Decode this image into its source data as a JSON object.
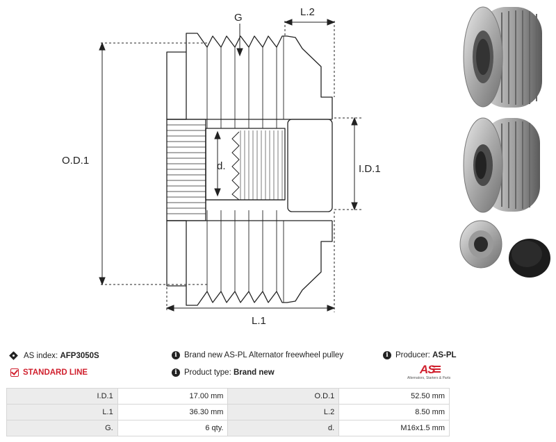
{
  "drawing": {
    "labels": {
      "groove": "G",
      "length2": "L.2",
      "outer_diameter": "O.D.1",
      "thread_diameter": "d.",
      "inner_diameter": "I.D.1",
      "length1": "L.1"
    }
  },
  "info": {
    "as_index_label": "AS index:",
    "as_index_value": "AFP3050S",
    "line_label": "STANDARD LINE",
    "description": "Brand new AS-PL Alternator freewheel pulley",
    "product_type_label": "Product type:",
    "product_type_value": "Brand new",
    "producer_label": "Producer:",
    "producer_value": "AS-PL"
  },
  "logo": {
    "mark": "AS",
    "tagline": "Alternators, Starters & Parts"
  },
  "specs": [
    [
      "I.D.1",
      "17.00 mm",
      "O.D.1",
      "52.50 mm"
    ],
    [
      "L.1",
      "36.30 mm",
      "L.2",
      "8.50 mm"
    ],
    [
      "G.",
      "6 qty.",
      "d.",
      "M16x1.5 mm"
    ]
  ],
  "colors": {
    "accent": "#d0202e",
    "label_bg": "#ececec",
    "border": "#d6d6d6"
  }
}
